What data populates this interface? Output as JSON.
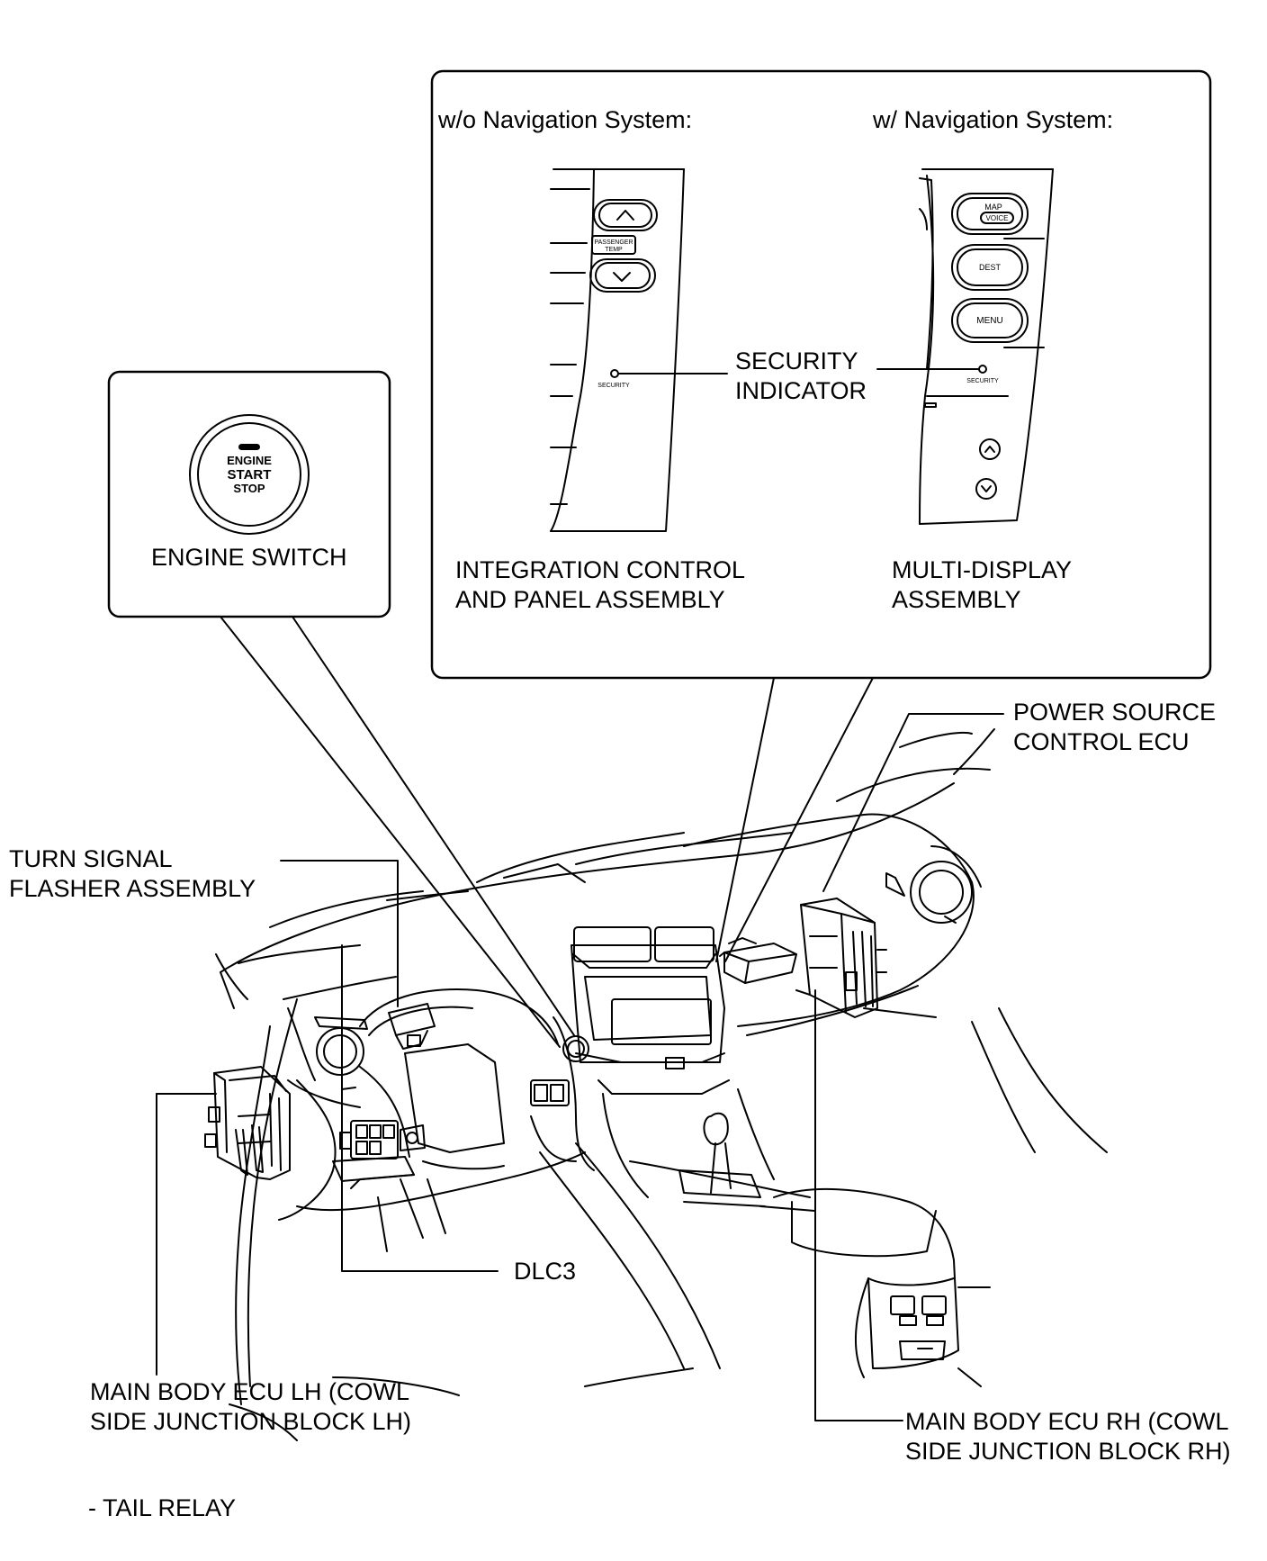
{
  "nav_box": {
    "without_nav_heading": "w/o Navigation System:",
    "with_nav_heading": "w/ Navigation System:",
    "security_indicator_line1": "SECURITY",
    "security_indicator_line2": "INDICATOR",
    "integration_panel_line1": "INTEGRATION CONTROL",
    "integration_panel_line2": "AND PANEL ASSEMBLY",
    "multi_display_line1": "MULTI-DISPLAY",
    "multi_display_line2": "ASSEMBLY",
    "panel_buttons": {
      "passenger_temp_1": "PASSENGER",
      "passenger_temp_2": "TEMP",
      "security_small": "SECURITY",
      "map": "MAP",
      "voice": "VOICE",
      "dest": "DEST",
      "menu": "MENU"
    }
  },
  "engine_box": {
    "button_line1": "ENGINE",
    "button_line2": "START",
    "button_line3": "STOP",
    "label": "ENGINE SWITCH"
  },
  "callouts": {
    "power_source_line1": "POWER SOURCE",
    "power_source_line2": "CONTROL ECU",
    "turn_signal_line1": "TURN SIGNAL",
    "turn_signal_line2": "FLASHER ASSEMBLY",
    "dlc3": "DLC3",
    "main_body_lh_line1": "MAIN BODY ECU LH (COWL",
    "main_body_lh_line2": "SIDE JUNCTION BLOCK LH)",
    "main_body_rh_line1": "MAIN BODY ECU RH (COWL",
    "main_body_rh_line2": "SIDE JUNCTION BLOCK RH)",
    "tail_relay": "- TAIL RELAY"
  }
}
